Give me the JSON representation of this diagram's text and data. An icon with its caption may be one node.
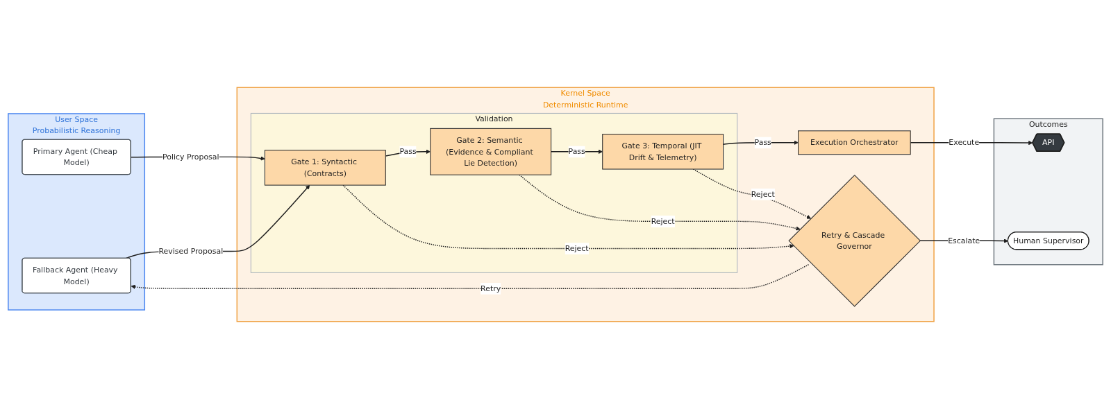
{
  "diagram": {
    "nodes": [
      {
        "text": [
          "User Space",
          "Probabilistic Reasoning"
        ]
      },
      {
        "text": [
          "Primary Agent (Cheap Model)"
        ],
        "in": 0
      },
      {
        "text": [
          "Fallback Agent (Heavy Model)"
        ],
        "in": 0
      },
      {
        "text": [
          "Kernel Space",
          "Deterministic Runtime"
        ]
      },
      {
        "text": [
          "Validation"
        ],
        "in": 3
      },
      {
        "text": [
          "Gate 1: Syntactic (Contracts)"
        ],
        "in": 4
      },
      {
        "text": [
          "Gate 2: Semantic (Evidence & Compliant Lie Detection)"
        ],
        "in": 4
      },
      {
        "text": [
          "Gate 3: Temporal (JIT Drift & Telemetry)"
        ],
        "in": 4
      },
      {
        "text": [
          "Execution Orchestrator"
        ],
        "in": 3
      },
      {
        "text": [
          "Retry & Cascade Governor"
        ],
        "in": 3
      },
      {
        "text": [
          "Outcomes"
        ]
      },
      {
        "text": [
          "API"
        ],
        "in": 10
      },
      {
        "text": [
          "Human Supervisor"
        ],
        "in": 10
      }
    ],
    "edges": [
      {
        "from": 1,
        "to": 5,
        "arrow": "to",
        "label": "Policy Proposal"
      },
      {
        "from": 2,
        "to": 5,
        "arrow": "to",
        "label": "Revised Proposal"
      },
      {
        "from": 5,
        "to": 6,
        "arrow": "to",
        "label": "Pass"
      },
      {
        "from": 6,
        "to": 7,
        "arrow": "to",
        "label": "Pass"
      },
      {
        "from": 7,
        "to": 8,
        "arrow": "to",
        "label": "Pass"
      },
      {
        "from": 8,
        "to": 11,
        "arrow": "to",
        "label": "Execute"
      },
      {
        "from": 5,
        "to": 9,
        "arrow": "to",
        "label": "Reject",
        "style": "dashed"
      },
      {
        "from": 6,
        "to": 9,
        "arrow": "to",
        "label": "Reject",
        "style": "dashed"
      },
      {
        "from": 7,
        "to": 9,
        "arrow": "to",
        "label": "Reject",
        "style": "dashed"
      },
      {
        "from": 9,
        "to": 12,
        "arrow": "to",
        "label": "Escalate"
      },
      {
        "from": 9,
        "to": 2,
        "arrow": "to",
        "label": "Retry",
        "style": "dashed"
      }
    ]
  }
}
